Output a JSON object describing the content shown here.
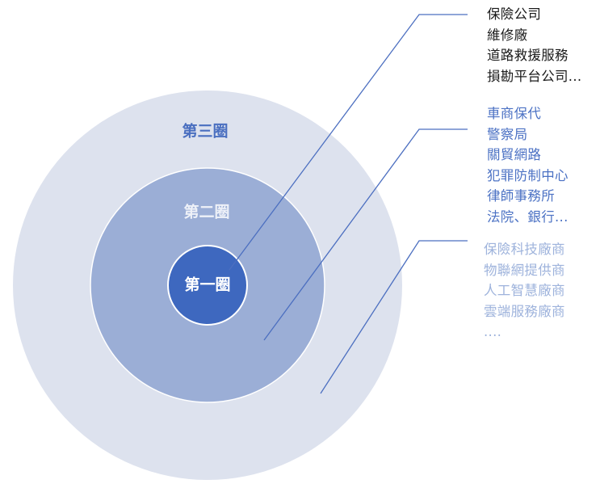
{
  "rings": {
    "outer_label": "第三圈",
    "middle_label": "第二圈",
    "inner_label": "第一圈"
  },
  "groups": [
    {
      "items": [
        "保險公司",
        "維修廠",
        "道路救援服務",
        "損勘平台公司..."
      ]
    },
    {
      "items": [
        "車商保代",
        "警察局",
        "關貿網路",
        "犯罪防制中心",
        "律師事務所",
        "法院、銀行..."
      ]
    },
    {
      "items": [
        "保險科技廠商",
        "物聯網提供商",
        "人工智慧廠商",
        "雲端服務廠商",
        "...."
      ]
    }
  ],
  "colors": {
    "outer_ring": "#dde2ee",
    "middle_ring": "#9baed6",
    "inner_ring": "#3e68bf",
    "connector_line": "#4c6fc0",
    "outer_label": "#4a6fc0",
    "middle_label": "#eef1f8",
    "inner_label": "#ffffff",
    "group1_text": "#1a1a1a",
    "group2_text": "#4c72c4",
    "group3_text": "#9eb3dc"
  }
}
